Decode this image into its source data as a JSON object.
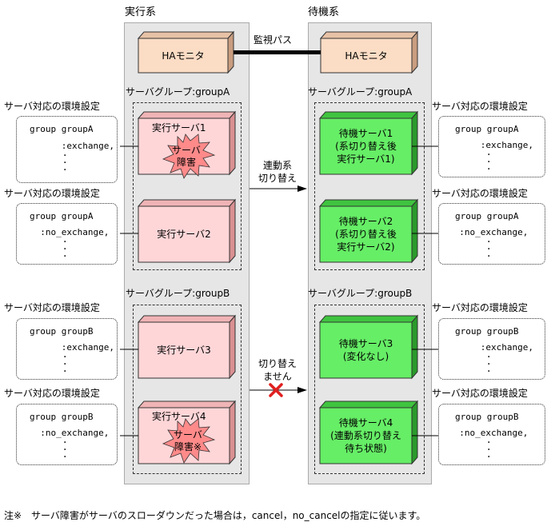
{
  "titles": {
    "active": "実行系",
    "standby": "待機系"
  },
  "monitor": {
    "active": "HAモニタ",
    "standby": "HAモニタ",
    "path_label": "監視パス"
  },
  "group_labels": {
    "a_left": "サーバグループ:groupA",
    "a_right": "サーバグループ:groupA",
    "b_left": "サーバグループ:groupB",
    "b_right": "サーバグループ:groupB"
  },
  "env_label": "サーバ対応の環境設定",
  "configs": {
    "l1": [
      "group groupA",
      "      :exchange,"
    ],
    "l2": [
      "group groupA",
      "  :no_exchange,"
    ],
    "l3": [
      "group groupB",
      "      :exchange,"
    ],
    "l4": [
      "group groupB",
      "  :no_exchange,"
    ],
    "r1": [
      "group groupA",
      "      :exchange,"
    ],
    "r2": [
      "group groupA",
      "  :no_exchange,"
    ],
    "r3": [
      "group groupB",
      "      :exchange,"
    ],
    "r4": [
      "group groupB",
      "  :no_exchange,"
    ]
  },
  "servers": {
    "active1": "実行サーバ1",
    "active2": "実行サーバ2",
    "active3": "実行サーバ3",
    "active4": "実行サーバ4",
    "failure1": [
      "サーバ",
      "障害"
    ],
    "failure4": [
      "サーバ",
      "障害※"
    ],
    "standby1": [
      "待機サーバ1",
      "(系切り替え後",
      "実行サーバ1)"
    ],
    "standby2": [
      "待機サーバ2",
      "(系切り替え後",
      "実行サーバ2)"
    ],
    "standby3": [
      "待機サーバ3",
      "(変化なし)"
    ],
    "standby4": [
      "待機サーバ4",
      "(連動系切り替え",
      "待ち状態)"
    ]
  },
  "arrows": {
    "switch_ok": [
      "連動系",
      "切り替え"
    ],
    "switch_ng": [
      "切り替え",
      "ません"
    ]
  },
  "footnote": "注※　サーバ障害がサーバのスローダウンだった場合は，cancel，no_cancelの指定に従います。",
  "colors": {
    "monitor": "#fbdcc4",
    "active_server": "#ffd6d8",
    "standby_server": "#66ee66",
    "failure": "#ff8a8a",
    "column_bg": "#e6e6e6",
    "cross": "#e02020"
  }
}
